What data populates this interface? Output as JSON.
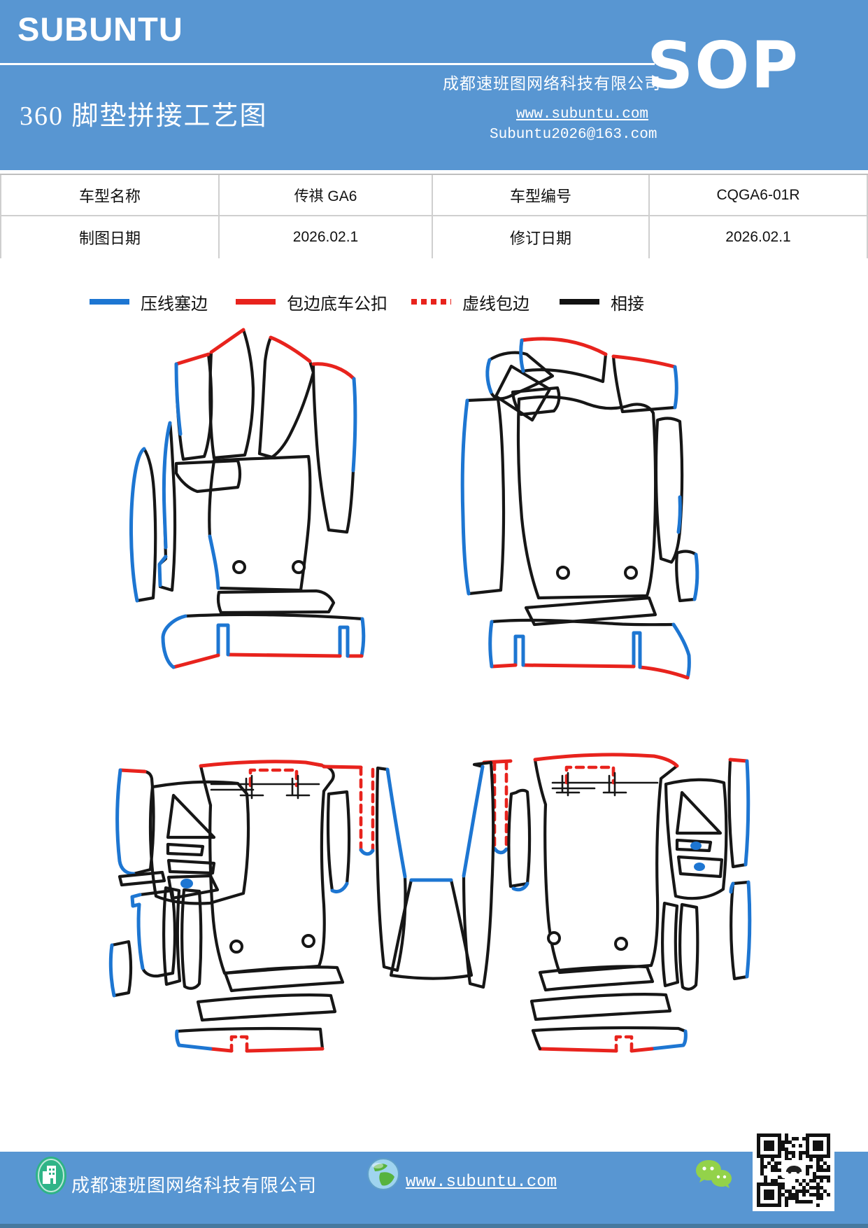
{
  "header": {
    "logo": "SUBUNTU",
    "company": "成都速班图网络科技有限公司",
    "sop": "SOP",
    "website": "www.subuntu.com",
    "email": "Subuntu2026@163.com",
    "doc_title": "360 脚垫拼接工艺图"
  },
  "info_table": {
    "rows": [
      [
        "车型名称",
        "传祺 GA6",
        "车型编号",
        "CQGA6-01R"
      ],
      [
        "制图日期",
        "2026.02.1",
        "修订日期",
        "2026.02.1"
      ]
    ]
  },
  "legend": {
    "items": [
      {
        "label": "压线塞边",
        "style": "solid",
        "color": "#1d76d2"
      },
      {
        "label": "包边底车公扣",
        "style": "solid",
        "color": "#e8231d"
      },
      {
        "label": "虚线包边",
        "style": "dotted",
        "color": "#e8231d"
      },
      {
        "label": "相接",
        "style": "solid",
        "color": "#111111"
      }
    ]
  },
  "footer": {
    "company": "成都速班图网络科技有限公司",
    "website": "www.subuntu.com"
  },
  "colors": {
    "header_bg": "#5896d2",
    "footer_bg": "#5896d2",
    "line_blue": "#1d76d2",
    "line_red": "#e8231d",
    "line_black": "#161616"
  }
}
